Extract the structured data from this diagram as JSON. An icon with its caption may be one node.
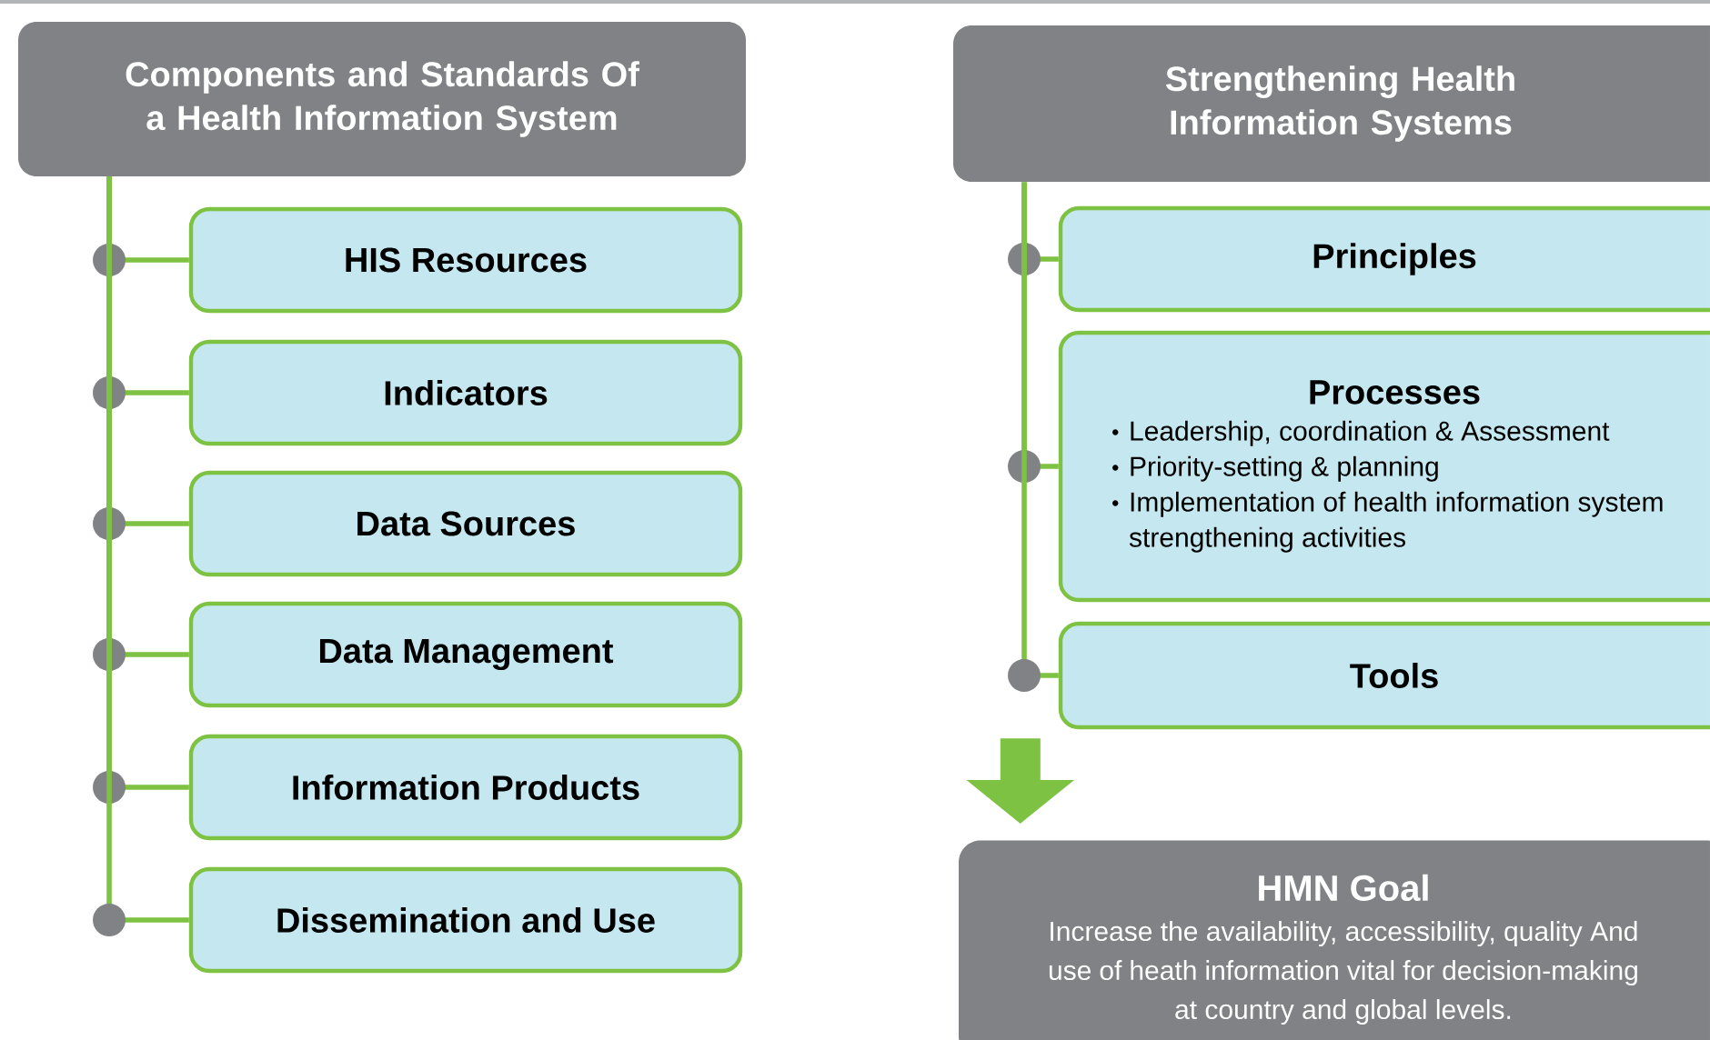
{
  "diagram": {
    "nodes": [
      {
        "text": [
          "Components and Standards Of a Health Information System"
        ]
      },
      {
        "text": [
          "HIS Resources"
        ]
      },
      {
        "text": [
          "Indicators"
        ]
      },
      {
        "text": [
          "Data Sources"
        ]
      },
      {
        "text": [
          "Data Management"
        ]
      },
      {
        "text": [
          "Information Products"
        ]
      },
      {
        "text": [
          "Dissemination and Use"
        ]
      },
      {
        "text": [
          "Strengthening Health Information Systems"
        ]
      },
      {
        "text": [
          "Principles"
        ]
      },
      {
        "text": [
          "Processes",
          "Leadership, coordination & Assessment",
          "Priority-setting & planning",
          "Implementation of health information system strengthening activities"
        ]
      },
      {
        "text": [
          "Tools"
        ]
      },
      {
        "text": [
          "HMN Goal",
          "Increase the availability, accessibility, quality And use of heath information vital for decision-making at country and global levels."
        ]
      }
    ],
    "edges": [
      {
        "from": 0,
        "to": 1,
        "arrow": "none"
      },
      {
        "from": 0,
        "to": 2,
        "arrow": "none"
      },
      {
        "from": 0,
        "to": 3,
        "arrow": "none"
      },
      {
        "from": 0,
        "to": 4,
        "arrow": "none"
      },
      {
        "from": 0,
        "to": 5,
        "arrow": "none"
      },
      {
        "from": 0,
        "to": 6,
        "arrow": "none"
      },
      {
        "from": 7,
        "to": 8,
        "arrow": "none"
      },
      {
        "from": 7,
        "to": 9,
        "arrow": "none"
      },
      {
        "from": 7,
        "to": 10,
        "arrow": "none"
      },
      {
        "from": 10,
        "to": 11,
        "arrow": "to",
        "style": "thick"
      }
    ]
  }
}
